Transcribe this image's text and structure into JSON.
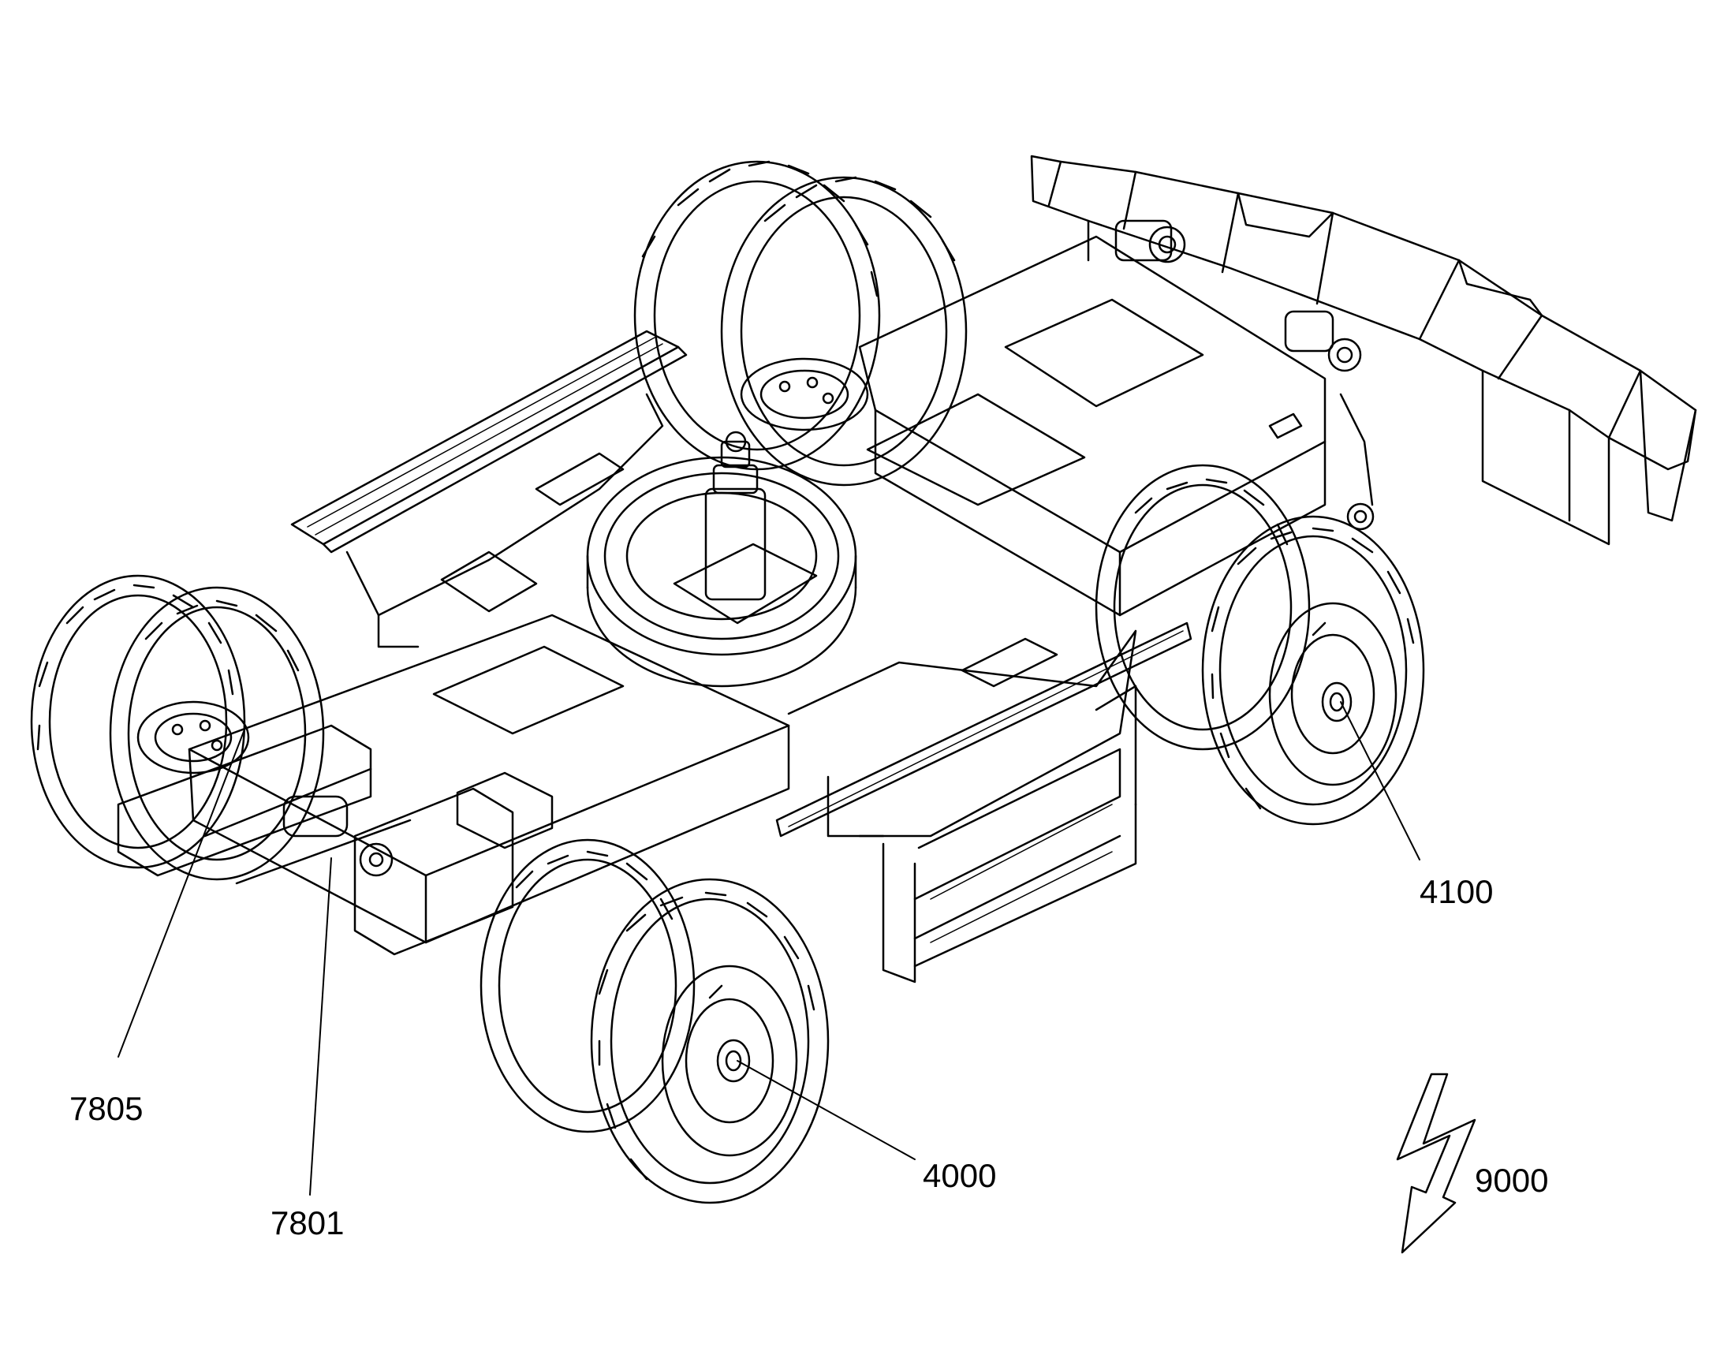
{
  "figure": {
    "subject": "wheeled-carrier-chassis-with-dozer-blade",
    "line_color": "#000000",
    "background_color": "#ffffff",
    "reference_numerals": [
      {
        "id": "7805",
        "text": "7805",
        "points_to": "front-axle-hub-linkage"
      },
      {
        "id": "7801",
        "text": "7801",
        "points_to": "front-axle-housing"
      },
      {
        "id": "4000",
        "text": "4000",
        "points_to": "front-right-wheel-hub"
      },
      {
        "id": "4100",
        "text": "4100",
        "points_to": "rear-right-wheel-hub"
      },
      {
        "id": "9000",
        "text": "9000",
        "points_to": "direction-arrow"
      }
    ]
  }
}
